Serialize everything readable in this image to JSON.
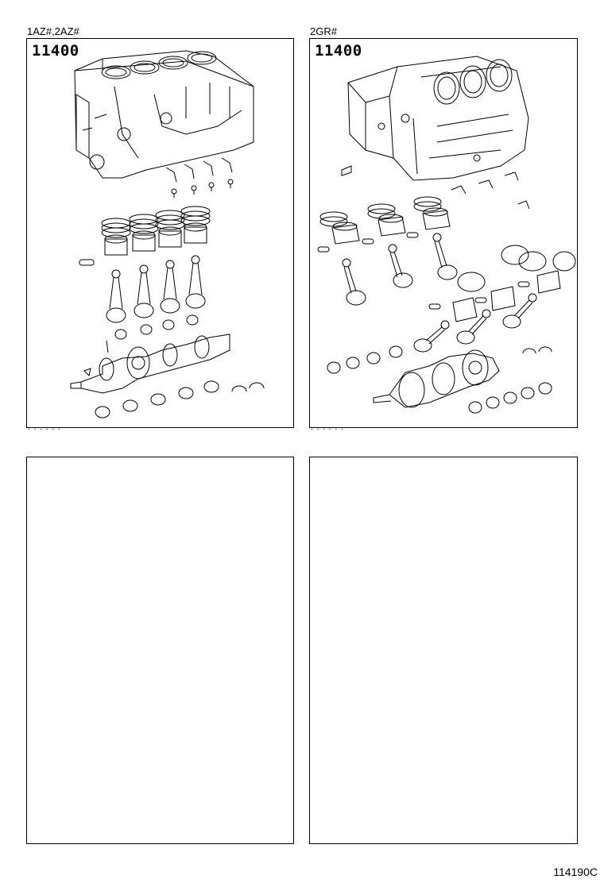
{
  "panels": [
    {
      "caption": "1AZ#,2AZ#",
      "part_number": "11400"
    },
    {
      "caption": "2GR#",
      "part_number": "11400"
    },
    {
      "caption": "",
      "part_number": ""
    },
    {
      "caption": "",
      "part_number": ""
    }
  ],
  "figure_number": "114190C"
}
